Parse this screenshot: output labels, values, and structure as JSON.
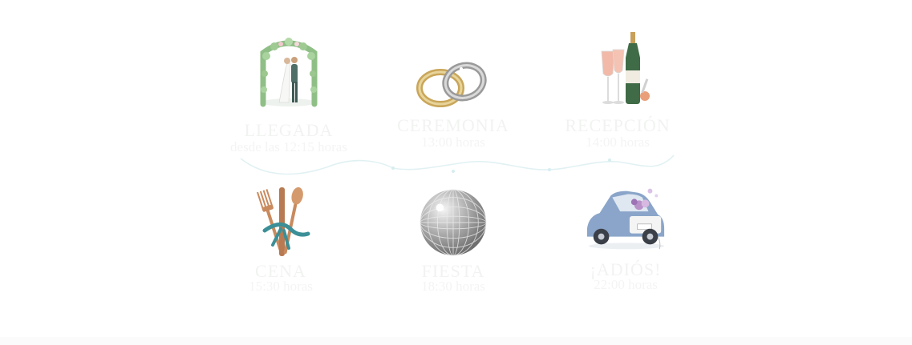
{
  "events": [
    {
      "title": "LLEGADA",
      "time": "desde las 12:15 horas",
      "icon": "wedding-couple-arch-icon"
    },
    {
      "title": "CEREMONIA",
      "time": "13:00 horas",
      "icon": "wedding-rings-icon"
    },
    {
      "title": "RECEPCIÓN",
      "time": "14:00 horas",
      "icon": "champagne-glasses-icon"
    },
    {
      "title": "CENA",
      "time": "15:30 horas",
      "icon": "cutlery-icon"
    },
    {
      "title": "FIESTA",
      "time": "18:30 horas",
      "icon": "disco-ball-icon"
    },
    {
      "title": "¡ADIÓS!",
      "time": "22:00 horas",
      "icon": "wedding-car-icon"
    }
  ],
  "colors": {
    "background": "#ffffff",
    "faded_text": "#f1f3f1",
    "connector": "#d9eef0"
  }
}
